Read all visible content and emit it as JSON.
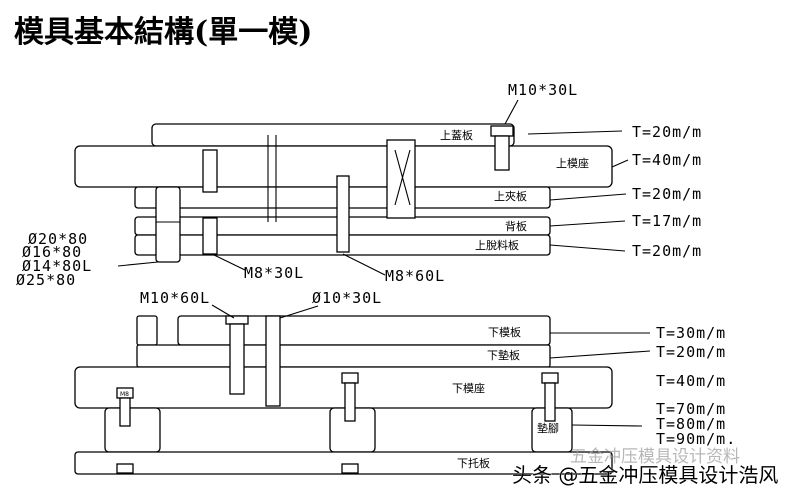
{
  "title": "模具基本結構(單一模)",
  "upper": {
    "plates": [
      "上蓋板",
      "上模座",
      "上夾板",
      "背板",
      "上脫料板"
    ],
    "thickness": [
      "T=20m/m",
      "T=40m/m",
      "T=20m/m",
      "T=17m/m",
      "T=20m/m"
    ],
    "callouts": {
      "top_screw": "M10*30L",
      "screw_a": "M8*30L",
      "screw_b": "M8*60L",
      "guide_specs": [
        "Ø20*80",
        "Ø16*80",
        "Ø14*80L",
        "Ø25*80"
      ]
    }
  },
  "lower": {
    "plates": [
      "下模板",
      "下墊板",
      "下模座",
      "墊腳",
      "下托板"
    ],
    "thickness": [
      "T=30m/m",
      "T=20m/m",
      "T=40m/m",
      "T=70m/m",
      "T=80m/m",
      "T=90m/m."
    ],
    "callouts": {
      "screw": "M10*60L",
      "pin": "Ø10*30L",
      "small_screw": "M8"
    }
  },
  "watermark": {
    "main": "头条 @五金冲压模具设计浩风",
    "faint": "五金冲压模具设计资料"
  }
}
